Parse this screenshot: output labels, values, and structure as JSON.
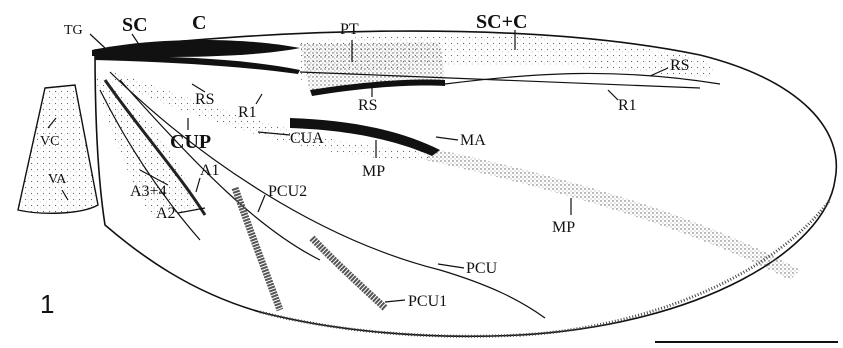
{
  "figure": {
    "number": "1",
    "labels": {
      "tg": "TG",
      "sc": "SC",
      "c": "C",
      "pt": "PT",
      "sc_c": "SC+C",
      "rs_tip": "RS",
      "r1_tip": "R1",
      "rs_base": "RS",
      "r1_base": "R1",
      "rs_mid": "RS",
      "cup": "CUP",
      "cua": "CUA",
      "ma": "MA",
      "mp_base": "MP",
      "mp_tip": "MP",
      "vc": "VC",
      "va": "VA",
      "a1": "A1",
      "a3_4": "A3+4",
      "a2": "A2",
      "pcu2": "PCU2",
      "pcu": "PCU",
      "pcu1": "PCU1"
    }
  },
  "colors": {
    "ink": "#111111",
    "stipple": "#7a7a7a",
    "paper": "#ffffff"
  }
}
